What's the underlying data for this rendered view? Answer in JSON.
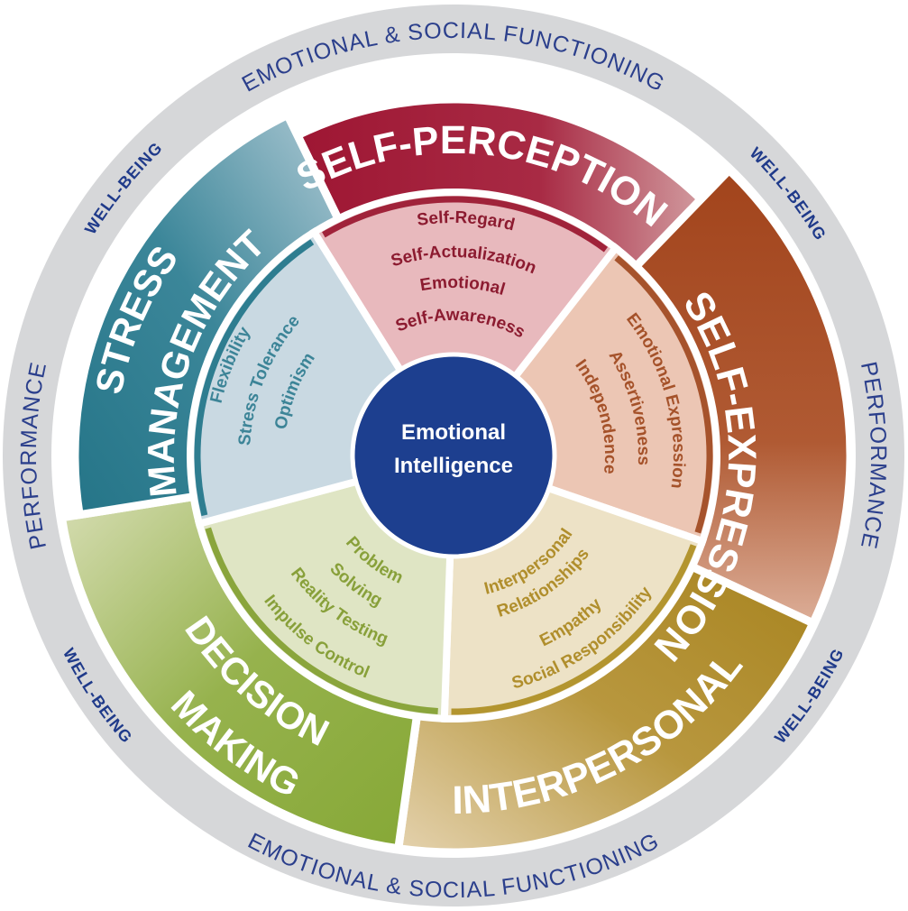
{
  "center": {
    "line1": "Emotional",
    "line2": "Intelligence",
    "color": "#1d3f8f"
  },
  "outer_ring": {
    "top": "EMOTIONAL & SOCIAL FUNCTIONING",
    "bottom": "EMOTIONAL & SOCIAL FUNCTIONING",
    "left": "PERFORMANCE",
    "right": "PERFORMANCE",
    "well_being": [
      "WELL-BEING",
      "WELL-BEING",
      "WELL-BEING",
      "WELL-BEING"
    ]
  },
  "segments": [
    {
      "name": "SELF-PERCEPTION",
      "items": [
        "Self-Regard",
        "Self-Actualization",
        "Emotional",
        "Self-Awareness"
      ],
      "color": "#a3193a",
      "text_color": "#8c1b30"
    },
    {
      "name": "SELF-EXPRESSION",
      "items": [
        "Emotional Expression",
        "Assertiveness",
        "Independence"
      ],
      "color": "#a84a23",
      "text_color": "#a5522a"
    },
    {
      "name": "INTERPERSONAL",
      "items": [
        "Interpersonal",
        "Relationships",
        "Empathy",
        "Social Responsibility"
      ],
      "color": "#ad8a26",
      "text_color": "#b08e2c"
    },
    {
      "name_lines": [
        "DECISION",
        "MAKING"
      ],
      "items": [
        "Problem",
        "Solving",
        "Reality Testing",
        "Impulse Control"
      ],
      "color": "#86a83a",
      "text_color": "#88a03a"
    },
    {
      "name_lines": [
        "STRESS",
        "MANAGEMENT"
      ],
      "items": [
        "Flexibility",
        "Stress Tolerance",
        "Optimism"
      ],
      "color": "#2b7a8d",
      "text_color": "#3c8497"
    }
  ]
}
